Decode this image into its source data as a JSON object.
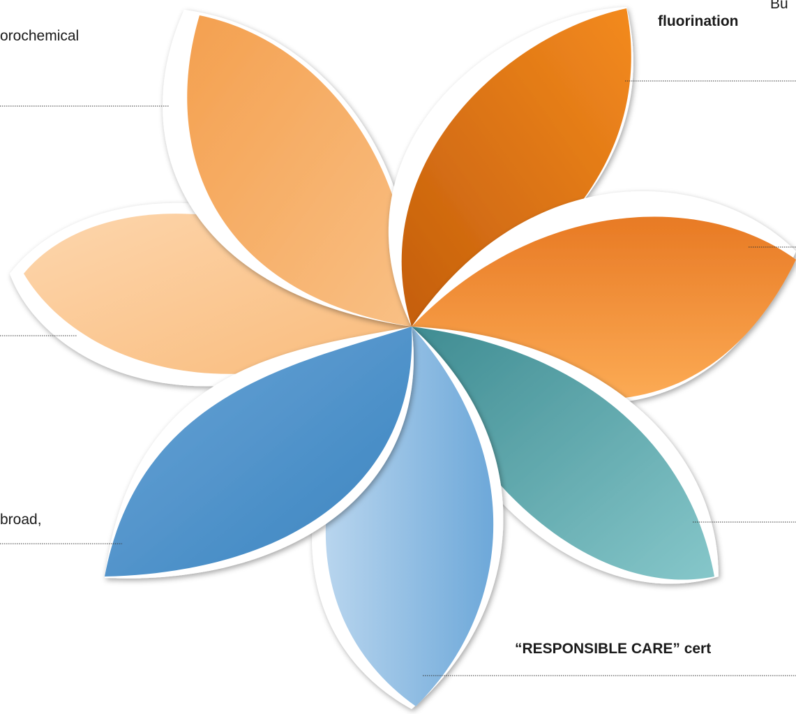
{
  "labels": {
    "top_left": "orochemical",
    "top_right_line1": "Bu",
    "top_right_line2": "fluorination",
    "mid_left": "broad,",
    "bottom_right": "“RESPONSIBLE CARE” cert"
  },
  "colors": {
    "petal_orange_light": "#f6b676",
    "petal_orange_pale": "#fbd0a2",
    "petal_orange_dark": "#c8620b",
    "petal_orange_mid": "#ef8f3b",
    "petal_teal": "#5ea9ad",
    "petal_blue_light": "#9ec5e8",
    "petal_blue": "#4f92c9",
    "leader_line": "#333333"
  }
}
